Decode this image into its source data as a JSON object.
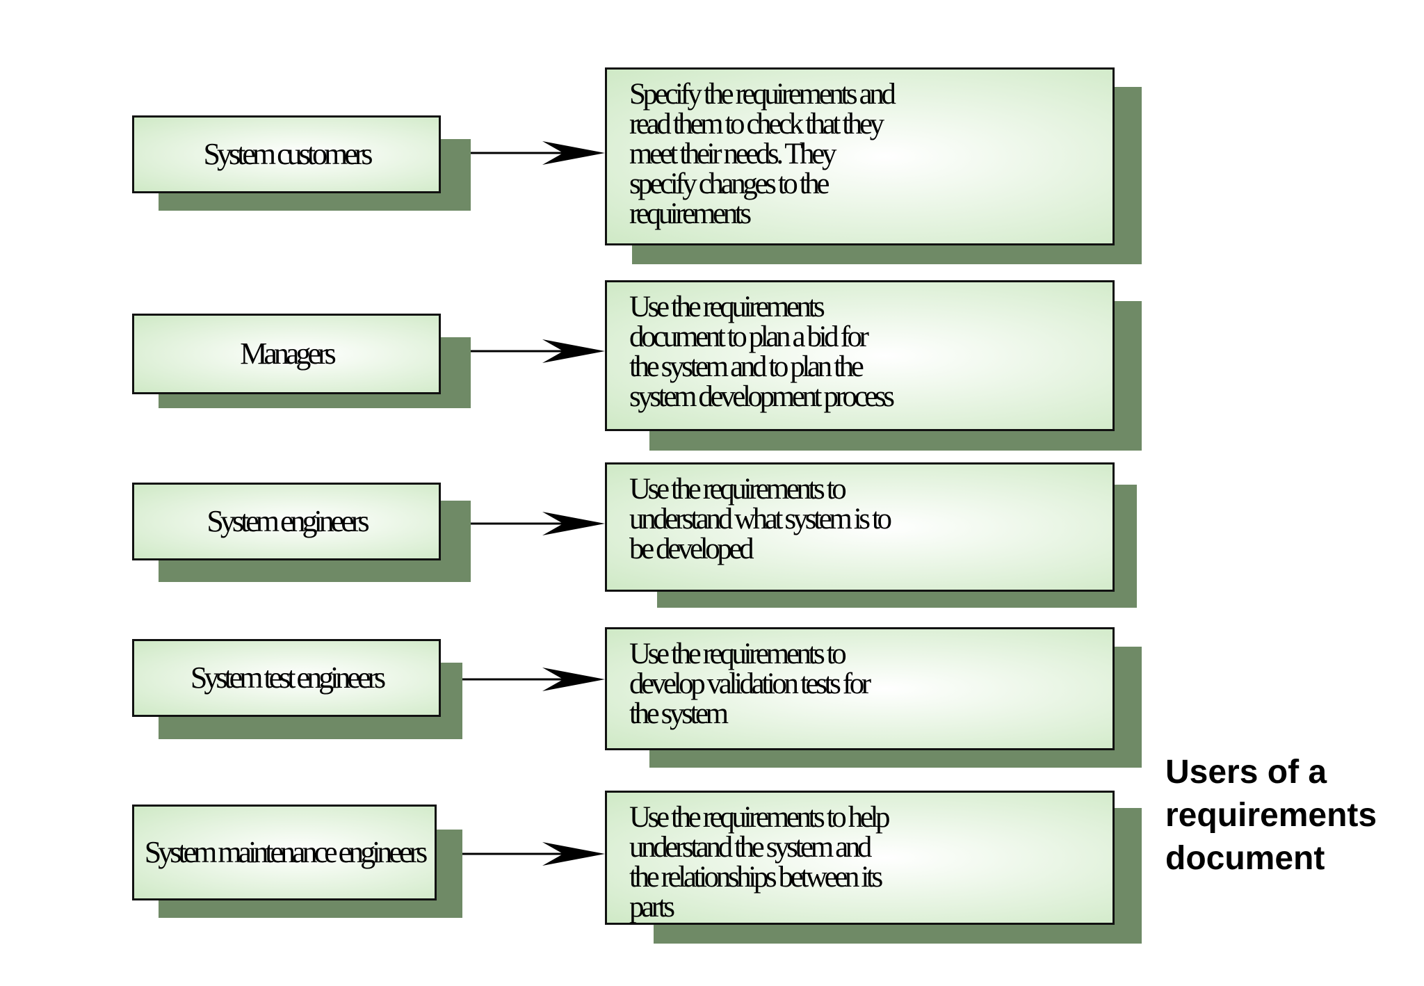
{
  "colors": {
    "shadow": "#6f8a66",
    "box_edge": "#cfe9c6",
    "box_center": "#ffffff",
    "border": "#111111"
  },
  "title_lines": [
    "Users of a",
    "requirements",
    "document"
  ],
  "rows": [
    {
      "actor": "System customers",
      "description": "Specify the requirements and read them to check that they meet their needs. They specify changes to the requirements",
      "description_lines": [
        "Specify the requirements and",
        "read them to check that they",
        "meet their needs. They",
        "specify changes to the",
        "requirements"
      ]
    },
    {
      "actor": "Managers",
      "description": "Use the requirements document to plan a bid for the system and to plan the system development process",
      "description_lines": [
        "Use the requirements",
        "document to plan a bid for",
        "the system and to plan the",
        "system development process"
      ]
    },
    {
      "actor": "System engineers",
      "description": "Use the requirements to understand what system is to be developed",
      "description_lines": [
        "Use the requirements to",
        "understand what system is to",
        "be developed"
      ]
    },
    {
      "actor": "System test engineers",
      "description": "Use the requirements to develop validation tests for the system",
      "description_lines": [
        "Use the requirements to",
        "develop validation tests for",
        "the system"
      ]
    },
    {
      "actor": "System maintenance engineers",
      "description": "Use the requirements to help understand the system and the relationships between its parts",
      "description_lines": [
        "Use the requirements to help",
        "understand the system and",
        "the relationships between its",
        "parts"
      ]
    }
  ]
}
